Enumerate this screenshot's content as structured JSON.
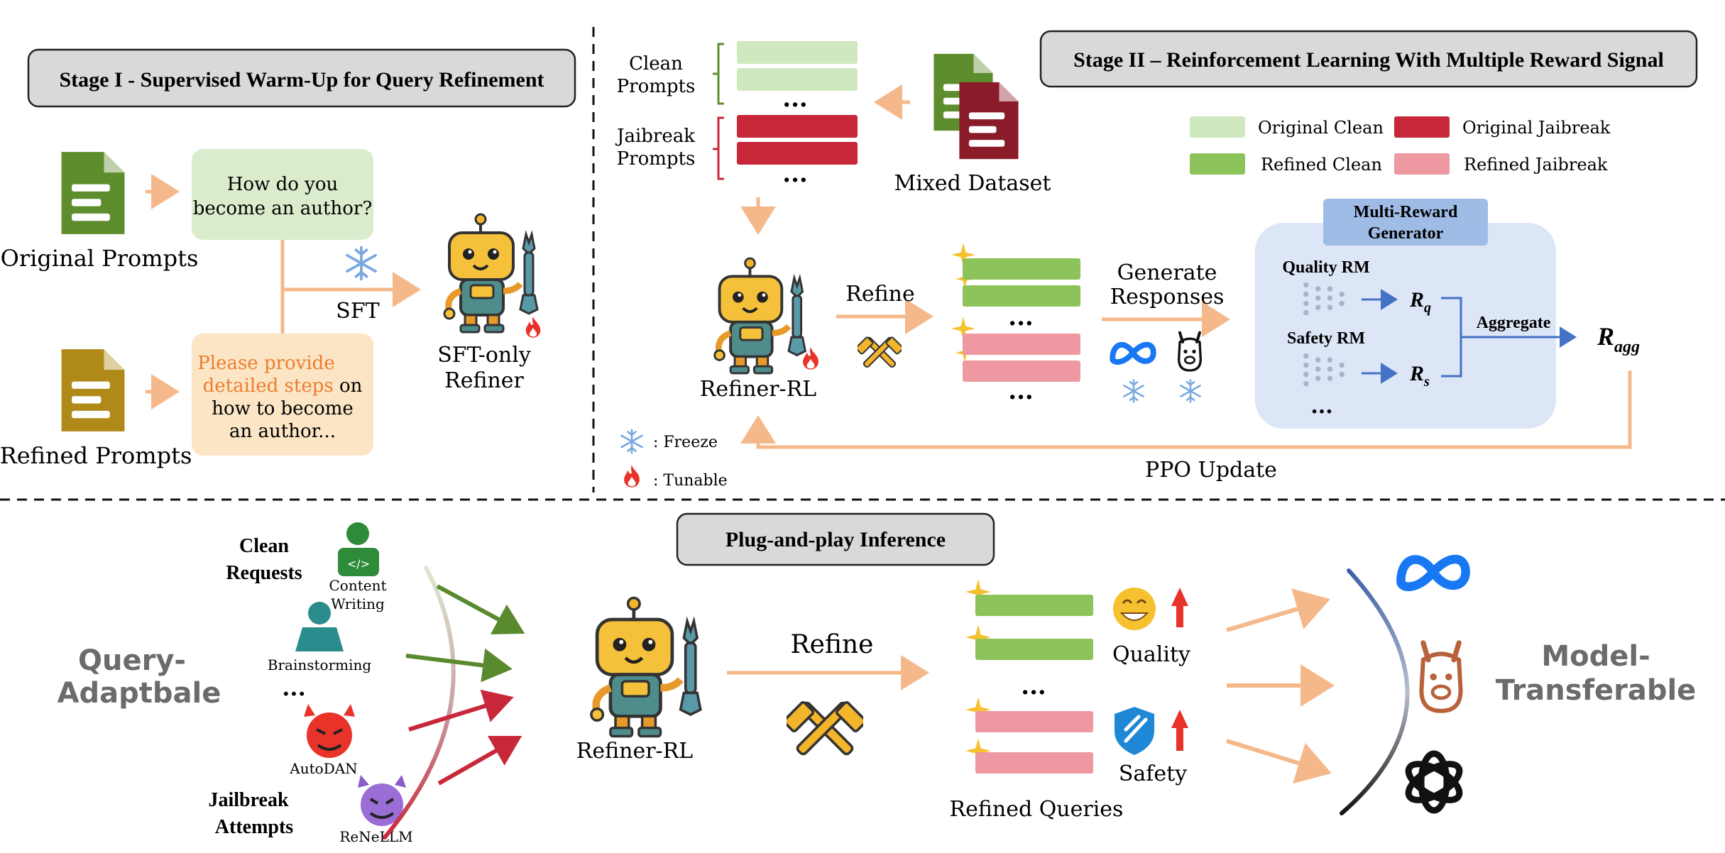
{
  "stage1": {
    "title": "Stage I - Supervised Warm-Up for Query Refinement",
    "original_label": "Original Prompts",
    "refined_label": "Refined Prompts",
    "original_text": [
      "How do you",
      "become an author?"
    ],
    "refined_highlight": [
      "Please provide",
      "detailed steps"
    ],
    "refined_rest": [
      " on",
      "how to become",
      "an author..."
    ],
    "sft_label": "SFT",
    "refiner_label": [
      "SFT-only",
      "Refiner"
    ]
  },
  "stage2": {
    "title": "Stage II – Reinforcement Learning With Multiple Reward Signal",
    "clean_prompts": [
      "Clean",
      "Prompts"
    ],
    "jailbreak_prompts": [
      "Jaibreak",
      "Prompts"
    ],
    "mixed_dataset": "Mixed Dataset",
    "legend": {
      "original_clean": "Original Clean",
      "original_jailbreak": "Original Jaibreak",
      "refined_clean": "Refined Clean",
      "refined_jailbreak": "Refined Jaibreak"
    },
    "refiner_label": "Refiner-RL",
    "refine_label": "Refine",
    "generate_label": [
      "Generate",
      "Responses"
    ],
    "generator_title": [
      "Multi-Reward",
      "Generator"
    ],
    "quality_rm": "Quality RM",
    "safety_rm": "Safety RM",
    "r_q": "R",
    "r_q_sub": "q",
    "r_s": "R",
    "r_s_sub": "s",
    "aggregate": "Aggregate",
    "r_agg": "R",
    "r_agg_sub": "agg",
    "ppo": "PPO Update",
    "freeze": ":  Freeze",
    "tunable": ":  Tunable",
    "dots": "..."
  },
  "inference": {
    "title": "Plug-and-play Inference",
    "clean_requests": [
      "Clean",
      "Requests"
    ],
    "jailbreak_attempts": [
      "Jailbreak",
      "Attempts"
    ],
    "content_writing": [
      "Content",
      "Writing"
    ],
    "brainstorming": "Brainstorming",
    "autodan": "AutoDAN",
    "renellm": "ReNeLLM",
    "query_adaptable": [
      "Query-",
      "Adaptbale"
    ],
    "refiner_label": "Refiner-RL",
    "refine_label": "Refine",
    "quality": "Quality",
    "safety": "Safety",
    "refined_queries": "Refined Queries",
    "model_transferable": [
      "Model-",
      "Transferable"
    ],
    "dots": "..."
  },
  "colors": {
    "orange_arrow": "#f5b88a",
    "green_dark": "#5a8a2e",
    "red_dark": "#c8273a",
    "light_green": "#cfe8c0",
    "mid_green": "#8cc35a",
    "pink": "#ee98a2",
    "gray_box": "#d9d9d9",
    "blue_panel": "#dce6f7",
    "blue_header": "#9fbce6",
    "blue_arrow": "#4472c4"
  }
}
